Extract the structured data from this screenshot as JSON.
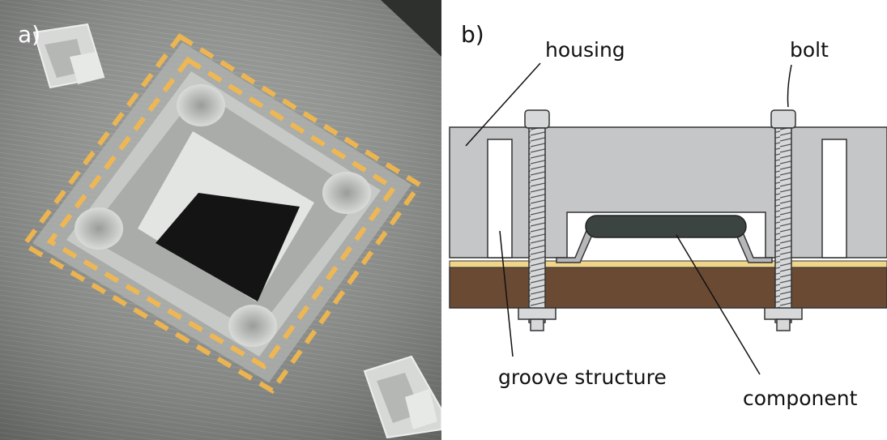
{
  "panel_a": {
    "label": "a)",
    "colors": {
      "highlight_dash": "#f6b94a",
      "surface": "#8c8f8c"
    }
  },
  "panel_b": {
    "label": "b)",
    "callouts": {
      "housing": "housing",
      "bolt": "bolt",
      "groove": "groove structure",
      "component": "component"
    },
    "colors": {
      "housing": "#c4c6c8",
      "pcb": "#6b4a33",
      "solder_layer": "#f0d48a",
      "component_body": "#3b4440",
      "leads": "#b5b7b8"
    }
  }
}
